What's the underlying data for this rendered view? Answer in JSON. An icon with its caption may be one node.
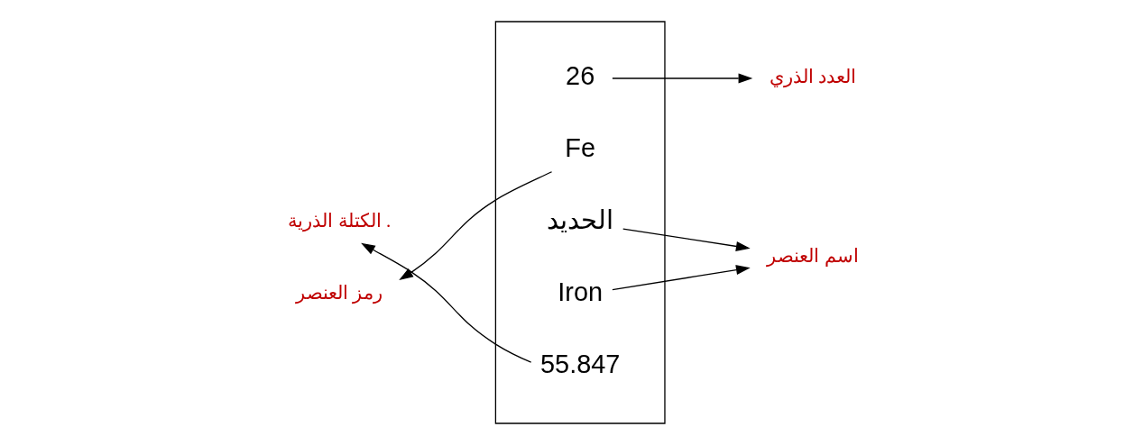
{
  "diagram": {
    "nodes": [
      {
        "text": [],
        "shape": "box"
      },
      {
        "text": [
          "26"
        ],
        "in": 0
      },
      {
        "text": [
          "Fe"
        ],
        "in": 0
      },
      {
        "text": [
          "الحديد"
        ],
        "in": 0
      },
      {
        "text": [
          "Iron"
        ],
        "in": 0
      },
      {
        "text": [
          "55.847"
        ],
        "in": 0
      },
      {
        "text": [
          "العدد الذري"
        ]
      },
      {
        "text": [
          "رمز العنصر"
        ]
      },
      {
        "text": [
          "اسم العنصر"
        ]
      },
      {
        "text": [
          "الكتلة الذرية ."
        ]
      }
    ],
    "edges": [
      {
        "from": 1,
        "to": 6,
        "arrow": "to"
      },
      {
        "from": 2,
        "to": 7,
        "arrow": "to"
      },
      {
        "from": 3,
        "to": 8,
        "arrow": "to"
      },
      {
        "from": 4,
        "to": 8,
        "arrow": "to"
      },
      {
        "from": 5,
        "to": 9,
        "arrow": "to"
      }
    ]
  }
}
